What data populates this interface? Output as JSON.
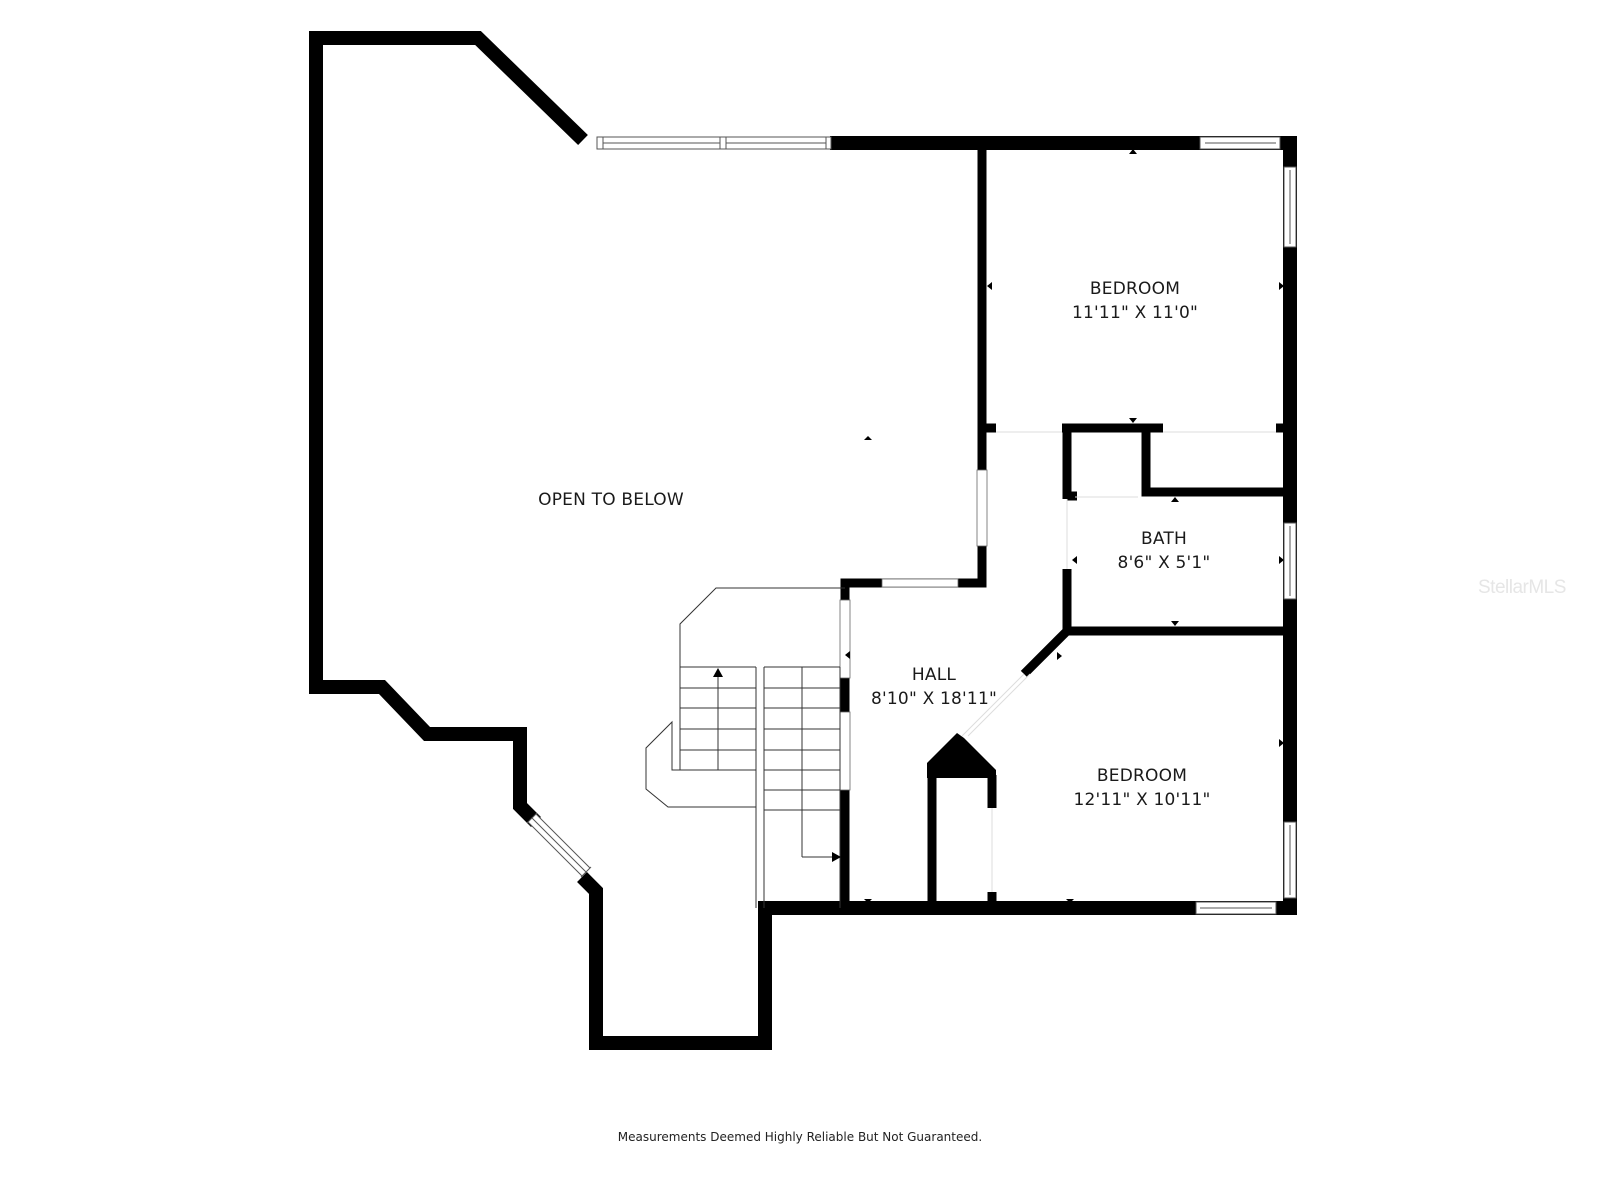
{
  "plan": {
    "rooms": [
      {
        "name": "OPEN TO BELOW",
        "dimensions": ""
      },
      {
        "name": "BEDROOM",
        "dimensions": "11'11\" X 11'0\""
      },
      {
        "name": "BATH",
        "dimensions": "8'6\" X 5'1\""
      },
      {
        "name": "HALL",
        "dimensions": "8'10\" X 18'11\""
      },
      {
        "name": "BEDROOM",
        "dimensions": "12'11\" X 10'11\""
      }
    ],
    "colors": {
      "wall": "#000000",
      "line": "#333333",
      "background": "#ffffff",
      "watermark": "#e6e6e6"
    }
  },
  "watermark": "StellarMLS",
  "footer": "Measurements Deemed Highly Reliable But Not Guaranteed."
}
